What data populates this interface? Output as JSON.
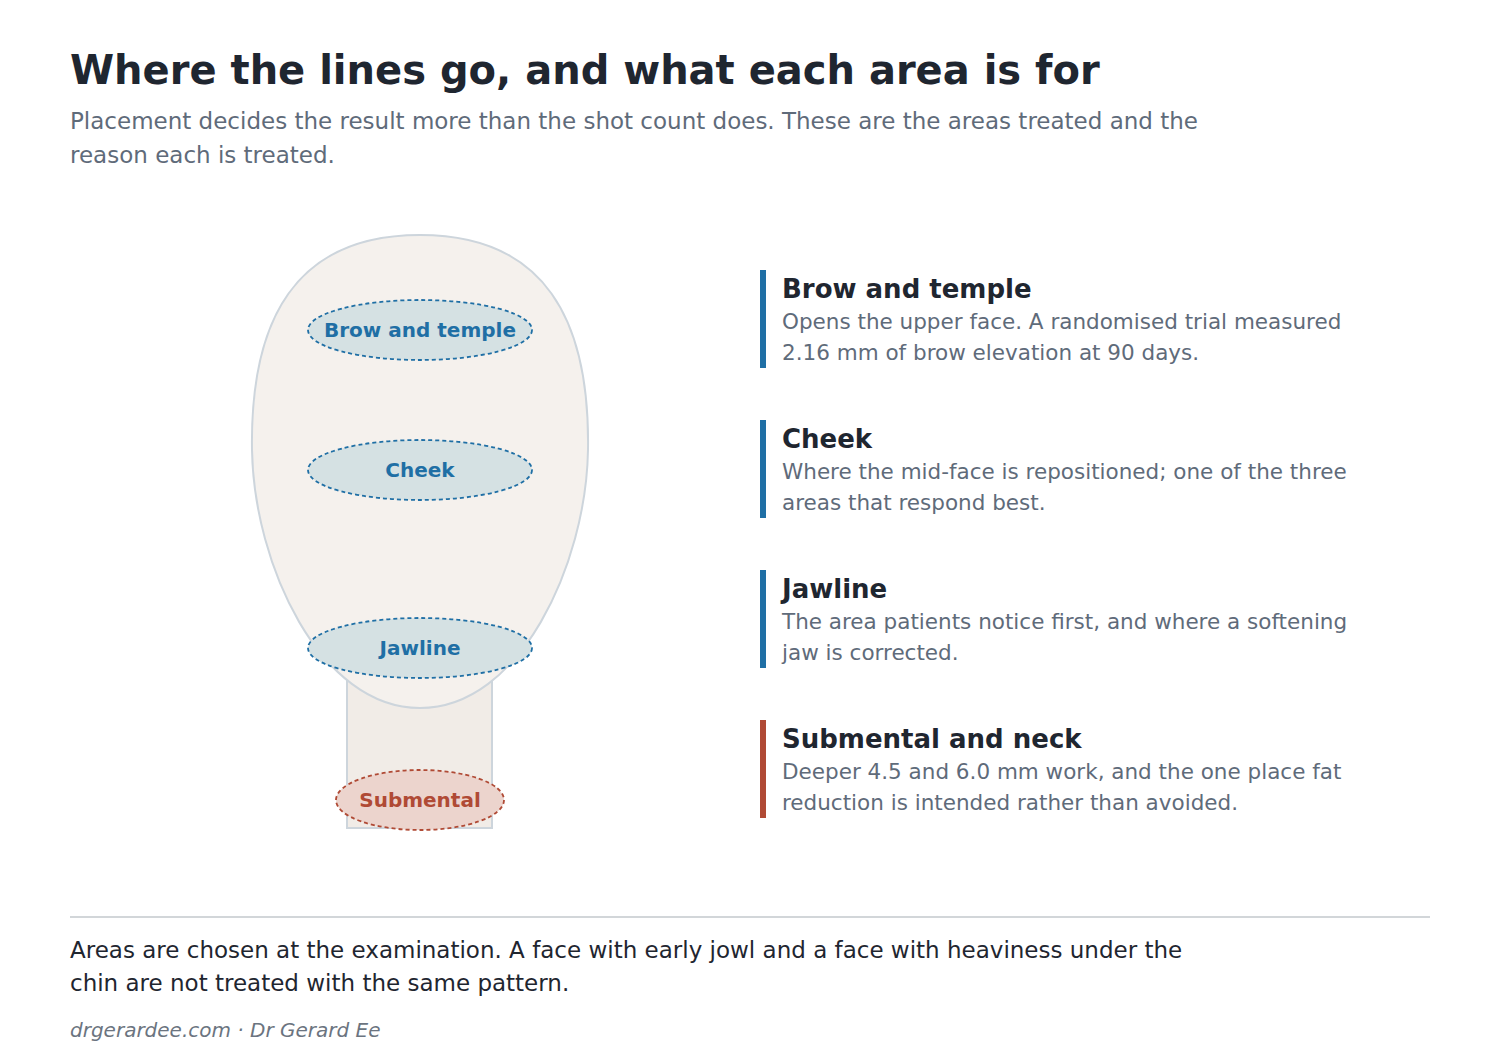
{
  "diagram": {
    "title": "Where the lines go, and what each area is for",
    "caption": "Areas are chosen at the examination. A face with early jowl and a face with heaviness under the chin are not treated with the same pattern.",
    "nodes": [
      {
        "text": [
          "Brow and temple"
        ]
      },
      {
        "text": [
          "Cheek"
        ]
      },
      {
        "text": [
          "Jawline"
        ]
      },
      {
        "text": [
          "Submental"
        ]
      },
      {
        "text": [
          "Brow and temple",
          "Opens the upper face. A randomised trial measured 2.16 mm of brow elevation at 90 days."
        ]
      },
      {
        "text": [
          "Cheek",
          "Where the mid-face is repositioned; one of the three areas that respond best."
        ]
      },
      {
        "text": [
          "Jawline",
          "The area patients notice first, and where a softening jaw is corrected."
        ]
      },
      {
        "text": [
          "Submental and neck",
          "Deeper 4.5 and 6.0 mm work, and the one place fat reduction is intended rather than avoided."
        ]
      }
    ],
    "labels": [
      "Placement decides the result more than the shot count does. These are the areas treated and the reason each is treated.",
      "drgerardee.com · Dr Gerard Ee"
    ]
  }
}
